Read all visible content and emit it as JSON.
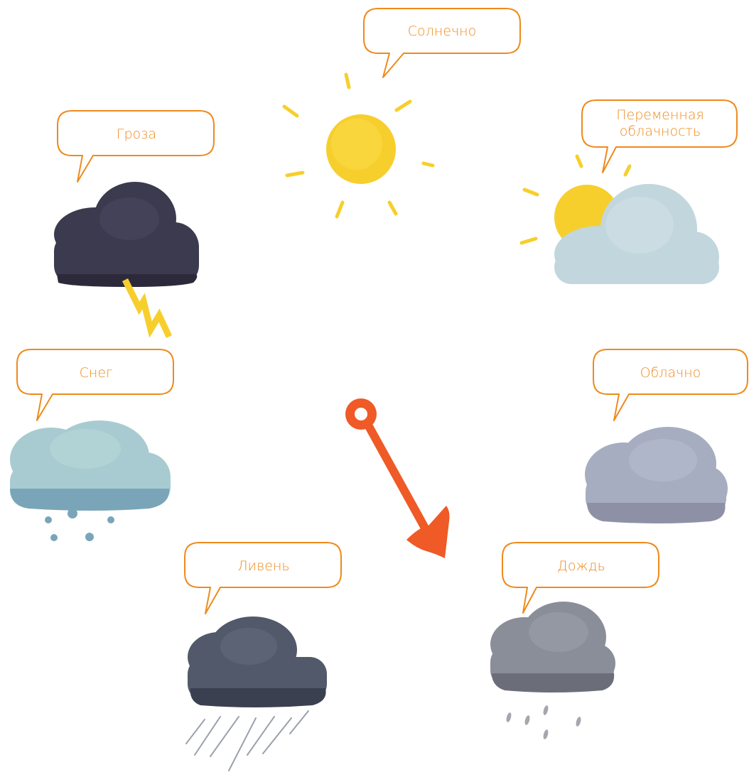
{
  "illustration": {
    "dial_states": {
      "sunny": "Солнечно",
      "partly_cloudy_line1": "Переменная",
      "partly_cloudy_line2": "облачность",
      "cloudy": "Облачно",
      "rain": "Дождь",
      "shower": "Ливень",
      "snow": "Снег",
      "thunderstorm": "Гроза"
    },
    "icons": [
      "sun-icon",
      "partly-cloudy-icon",
      "cloud-icon",
      "rain-cloud-icon",
      "shower-cloud-icon",
      "snow-cloud-icon",
      "thunderstorm-icon",
      "dial-pointer-arrow-icon"
    ],
    "colors": {
      "label_text": "#ee8a1c",
      "bubble_outline": "#ee8a1c",
      "sun": "#f7cf2c",
      "pointer": "#ef5a26",
      "storm_cloud": "#3c3a4e",
      "light_cloud": "#c2d6dd",
      "grey_cloud": "#a6adc0",
      "rain_cloud": "#8a8e98",
      "shower_cloud": "#52596a",
      "snow_cloud": "#a7cbd0"
    }
  }
}
